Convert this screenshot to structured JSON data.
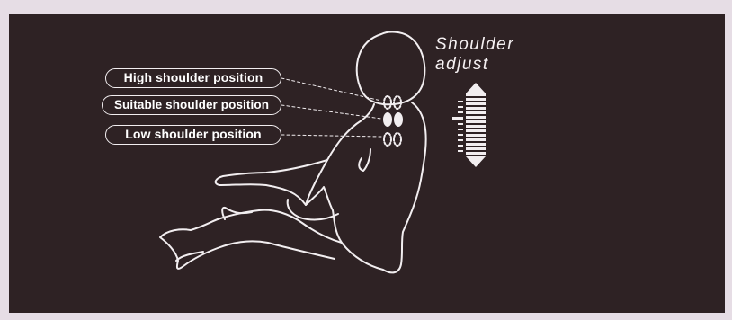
{
  "labels": {
    "high": "High shoulder position",
    "suitable": "Suitable shoulder position",
    "low": "Low shoulder position"
  },
  "caption": {
    "line1": "Shoulder",
    "line2": "adjust"
  },
  "colors": {
    "background": "#e6dde5",
    "panel": "#2e2224",
    "line": "#f2eef0"
  },
  "icons": {
    "figure": "seated-person-back-view",
    "indicator": "up-down-arrow-scale"
  }
}
